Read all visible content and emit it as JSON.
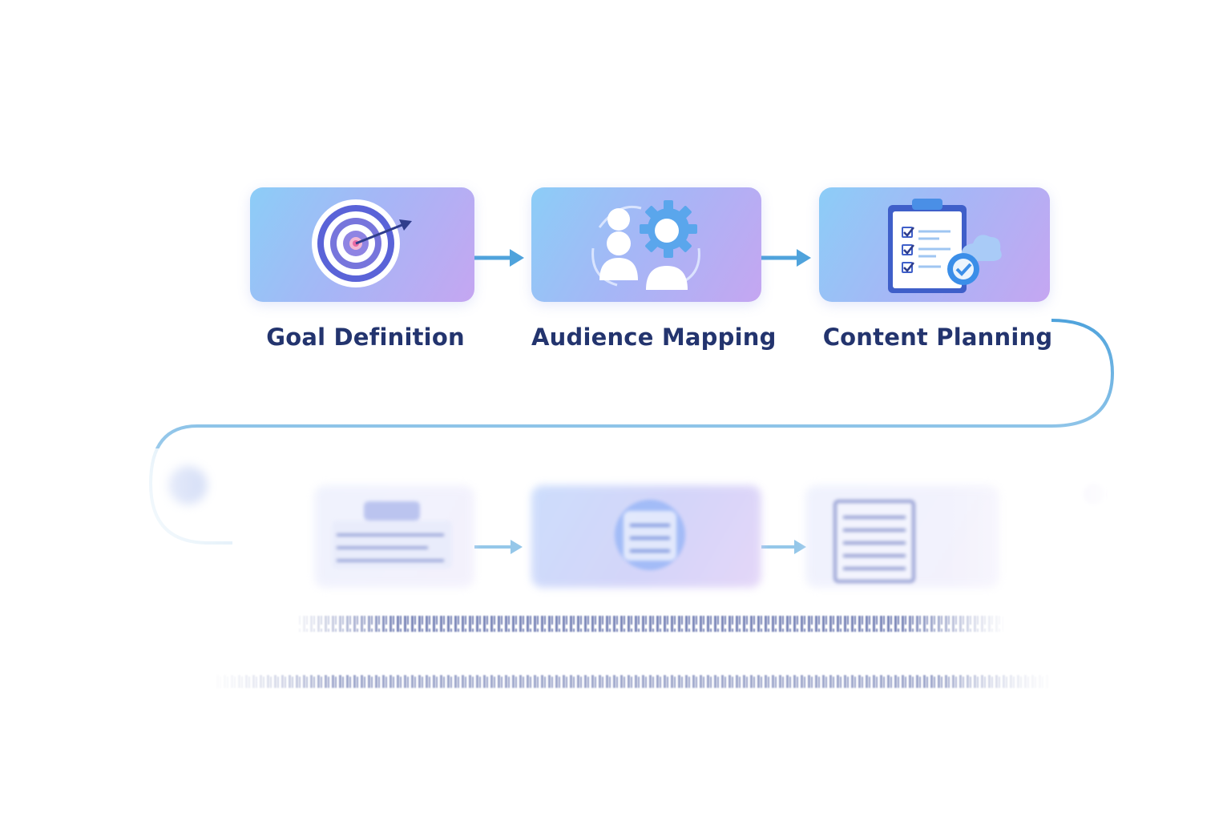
{
  "steps": [
    {
      "label": "Goal Definition",
      "icon": "target-icon"
    },
    {
      "label": "Audience Mapping",
      "icon": "people-gear-icon"
    },
    {
      "label": "Content Planning",
      "icon": "clipboard-checklist-icon"
    }
  ],
  "colors": {
    "label": "#23346e",
    "connector": "#4fa3dc",
    "card_start": "#8ccdf7",
    "card_end": "#c5a6f1",
    "accent_pink": "#e86aa3"
  }
}
